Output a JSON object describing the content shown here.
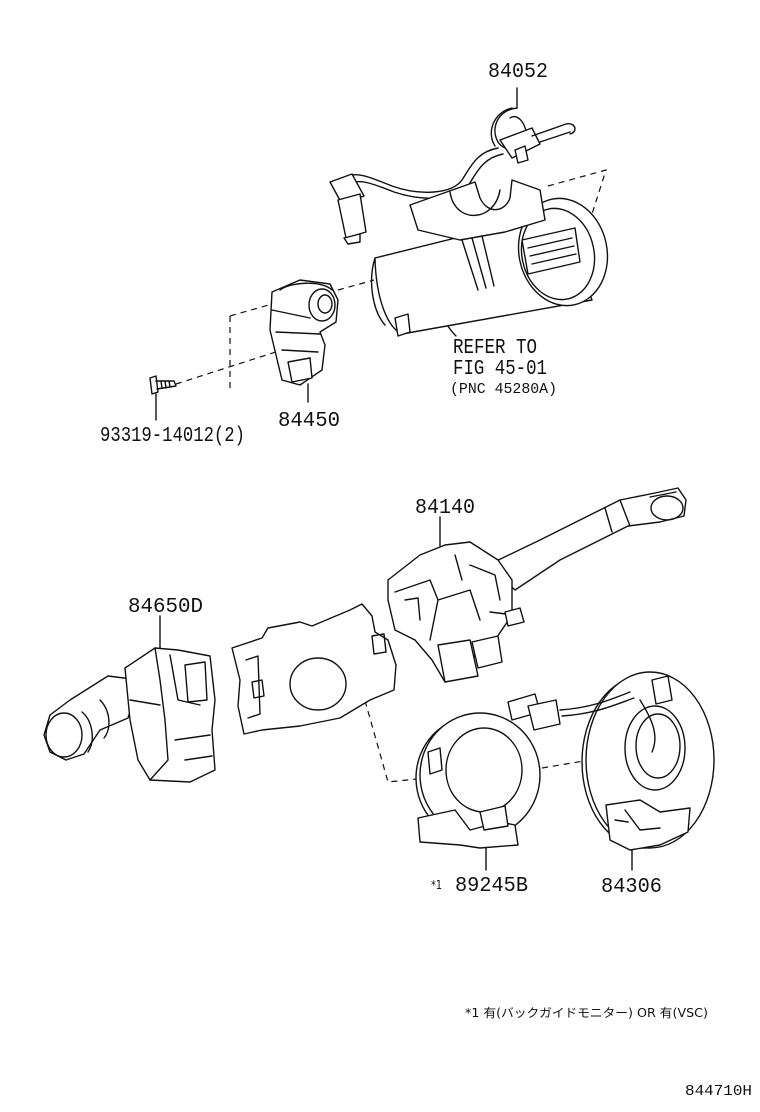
{
  "callouts": {
    "p84052": "84052",
    "p84450": "84450",
    "screw": "93319-14012(2)",
    "p84140": "84140",
    "p84650d": "84650D",
    "p89245b_mark": "*1",
    "p89245b": "89245B",
    "p84306": "84306"
  },
  "reference": {
    "line1": "REFER TO",
    "line2": "FIG 45-01",
    "line3": "(PNC 45280A)"
  },
  "footnote": "*1 有(バックガイドモニター) OR 有(VSC)",
  "figure_id": "844710H"
}
